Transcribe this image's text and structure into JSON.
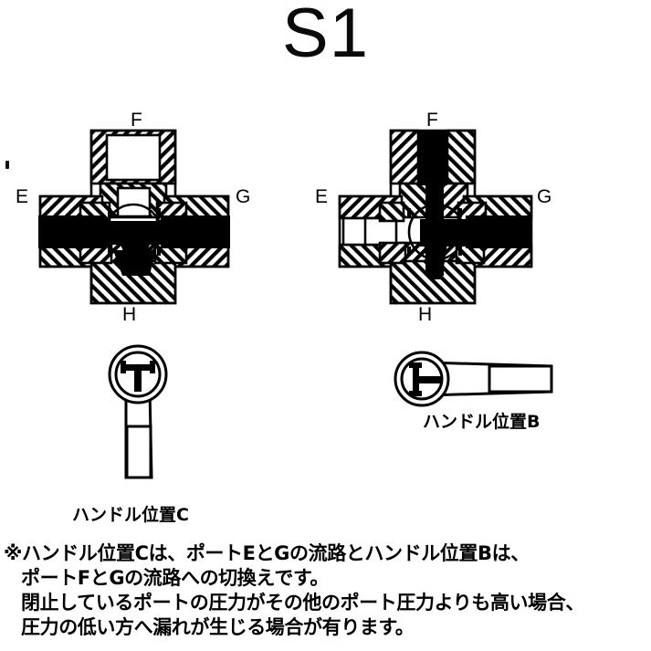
{
  "page": {
    "title": "S1",
    "background_color": "#ffffff",
    "ink_color": "#000000"
  },
  "figures": {
    "valve_left": {
      "name": "valve-cross-section-position-c",
      "description": "three-way valve cross section, flow path E to G open, port F closed",
      "ports": {
        "top": "F",
        "left": "E",
        "right": "G",
        "bottom": "H"
      },
      "flow_path": "E-G"
    },
    "valve_right": {
      "name": "valve-cross-section-position-b",
      "description": "three-way valve cross section, flow path F to G open, port E closed",
      "ports": {
        "top": "F",
        "left": "E",
        "right": "G",
        "bottom": "H"
      },
      "flow_path": "F-G"
    },
    "handle_c": {
      "caption": "ハンドル位置C",
      "orientation": "down",
      "indicator": "T-upright"
    },
    "handle_b": {
      "caption": "ハンドル位置B",
      "orientation": "right",
      "indicator": "T-rotated-right"
    }
  },
  "note": {
    "lines": [
      "※ハンドル位置Cは、ポートEとGの流路とハンドル位置Bは、",
      "ポートFとGの流路への切換えです。",
      "閉止しているポートの圧力がその他のポート圧力よりも高い場合、",
      "圧力の低い方へ漏れが生じる場合が有ります。"
    ]
  }
}
